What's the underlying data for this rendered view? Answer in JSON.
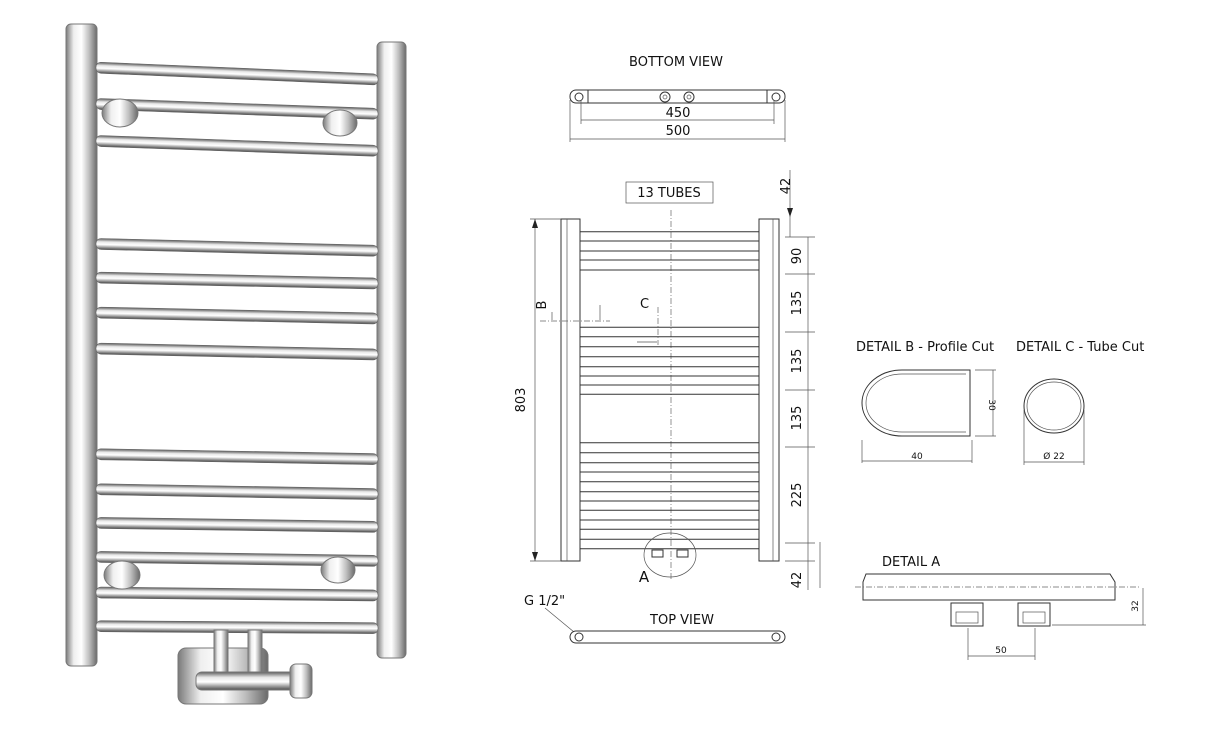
{
  "views": {
    "bottom_view": {
      "title": "BOTTOM VIEW",
      "dim_inner": "450",
      "dim_outer": "500"
    },
    "front_view": {
      "tubes_label": "13 TUBES",
      "height": "803",
      "section_b": "B",
      "section_c": "C",
      "detail_a": "A",
      "spacing": [
        "42",
        "90",
        "135",
        "135",
        "135",
        "225",
        "42"
      ]
    },
    "top_view": {
      "title": "TOP VIEW",
      "connection": "G 1/2\""
    },
    "detail_b": {
      "title": "DETAIL B - Profile Cut",
      "height": "30",
      "width": "40"
    },
    "detail_c": {
      "title": "DETAIL C - Tube Cut",
      "diameter": "Ø 22"
    },
    "detail_a": {
      "title": "DETAIL  A",
      "height": "32",
      "spacing": "50"
    }
  },
  "colors": {
    "line": "#333333",
    "chrome_light": "#f2f2f2",
    "chrome_dark": "#6f6f6f"
  }
}
